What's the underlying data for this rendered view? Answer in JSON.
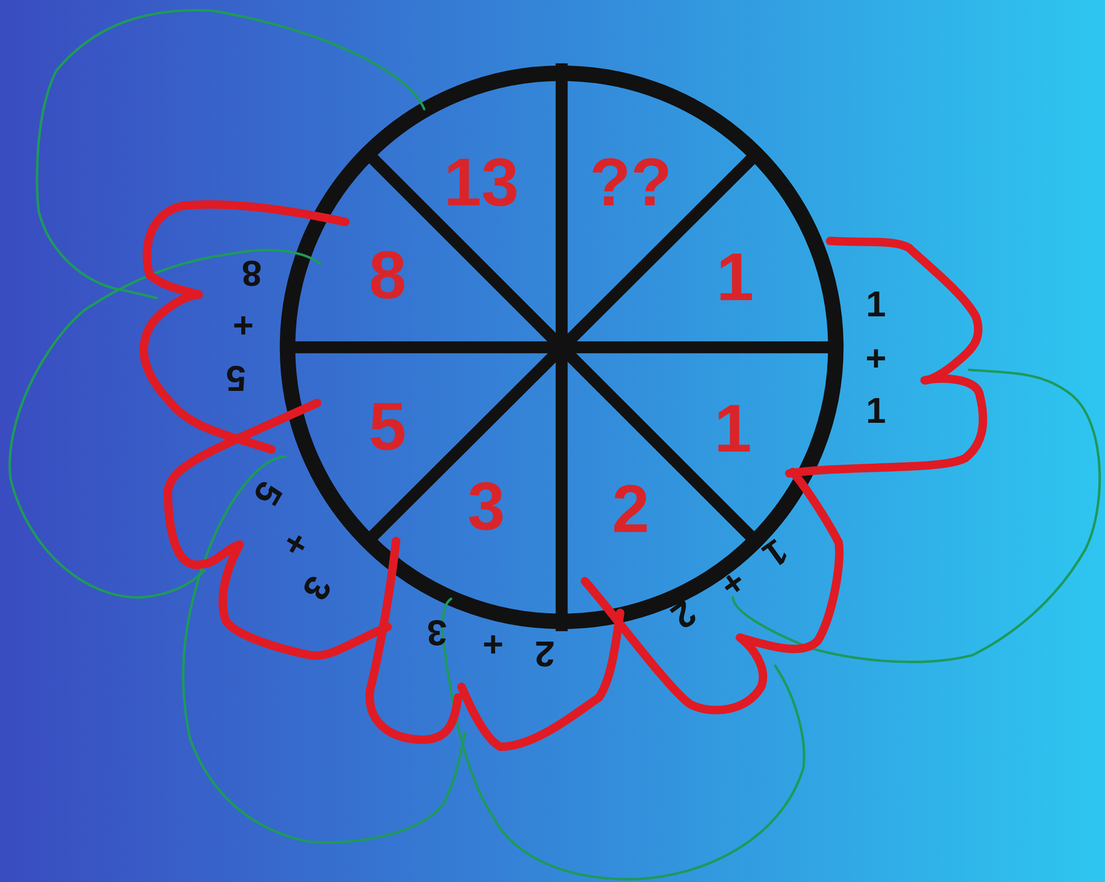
{
  "diagram": {
    "labels": [
      "13",
      "??",
      "1",
      "1",
      "2",
      "3",
      "5",
      "8",
      "1",
      "+",
      "1",
      "1",
      "+",
      "2",
      "3",
      "+",
      "2",
      "5",
      "+",
      "3",
      "8",
      "+",
      "5"
    ]
  }
}
